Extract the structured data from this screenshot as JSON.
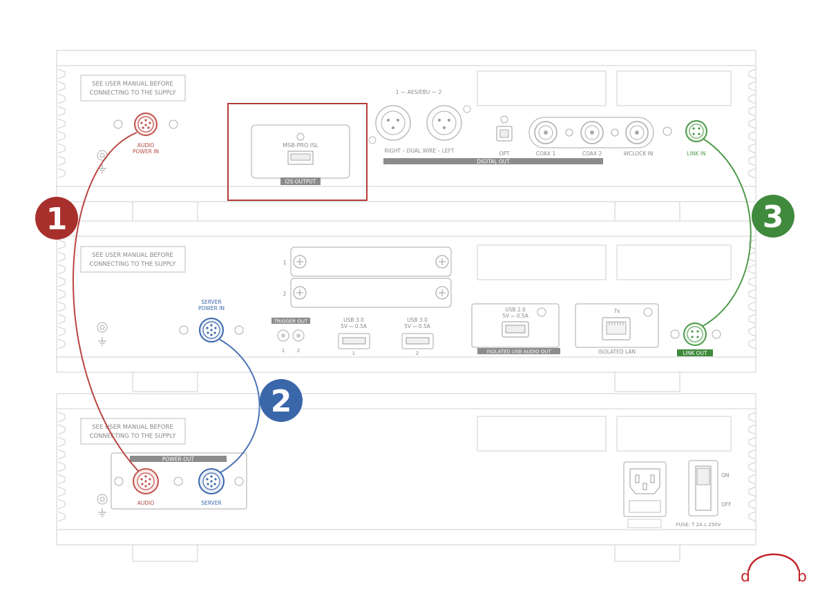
{
  "units": {
    "top": {
      "manual_line1": "SEE USER MANUAL BEFORE",
      "manual_line2": "CONNECTING TO THE SUPPLY",
      "audio_power_line1": "AUDIO",
      "audio_power_line2": "POWER IN",
      "i2s_module": "MSB-PRO ISL",
      "i2s_output": "I2S OUTPUT",
      "aes_ebu": "1 — AES/EBU — 2",
      "dual_wire": "RIGHT – DUAL WIRE – LEFT",
      "digital_out": "DIGITAL OUT",
      "opt": "OPT",
      "coax1": "COAX 1",
      "coax2": "COAX 2",
      "wclock": "WCLOCK IN",
      "link_in": "LINK IN"
    },
    "middle": {
      "manual_line1": "SEE USER MANUAL BEFORE",
      "manual_line2": "CONNECTING TO THE SUPPLY",
      "slot1": "1",
      "slot2": "2",
      "server_power_line1": "SERVER",
      "server_power_line2": "POWER IN",
      "trigger_out": "TRIGGER OUT",
      "trigger_1": "1",
      "trigger_2": "2",
      "usb_a_line1": "USB 3.0",
      "usb_a_line2": "5V ⎓ 0.5A",
      "usb_a_num": "1",
      "usb_b_line1": "USB 3.0",
      "usb_b_line2": "5V ⎓ 0.5A",
      "usb_b_num": "2",
      "usb2_line1": "USB 2.0",
      "usb2_line2": "5V ⎓ 0.5A",
      "isolated_usb": "ISOLATED USB AUDIO OUT",
      "lan_7x": "7x",
      "isolated_lan": "ISOLATED LAN",
      "link_out": "LINK OUT"
    },
    "bottom": {
      "manual_line1": "SEE USER MANUAL BEFORE",
      "manual_line2": "CONNECTING TO THE SUPPLY",
      "power_out": "POWER OUT",
      "audio": "AUDIO",
      "server": "SERVER",
      "on": "ON",
      "off": "OFF",
      "fuse": "FUSE: T 2A L 250V"
    }
  },
  "markers": {
    "m1": "1",
    "m2": "2",
    "m3": "3"
  },
  "colors": {
    "red": "#a8302c",
    "blue": "#3a66aa",
    "green": "#3f8a3c",
    "gray_line": "#c8c8c8",
    "label_bar": "#8c8c8c"
  },
  "logo": {
    "left": "d",
    "right": "b"
  }
}
